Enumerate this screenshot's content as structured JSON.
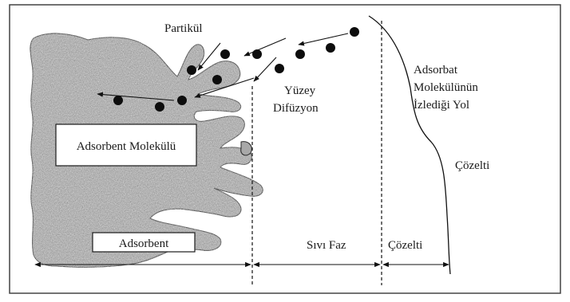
{
  "labels": {
    "partikul": "Partikül",
    "yuzey": "Yüzey",
    "difuzyon": "Difüzyon",
    "adsorbat_line1": "Adsorbat",
    "adsorbat_line2": "Molekülünün",
    "adsorbat_line3": "İzlediği Yol",
    "cozelti_right": "Çözelti",
    "adsorbent_molekulu": "Adsorbent Molekülü",
    "adsorbent": "Adsorbent",
    "sivi_faz": "Sıvı Faz",
    "cozelti_bottom": "Çözelti"
  },
  "colors": {
    "particle_fill": "#9a9a9a",
    "stroke": "#111111",
    "dot": "#0d0d0d"
  }
}
